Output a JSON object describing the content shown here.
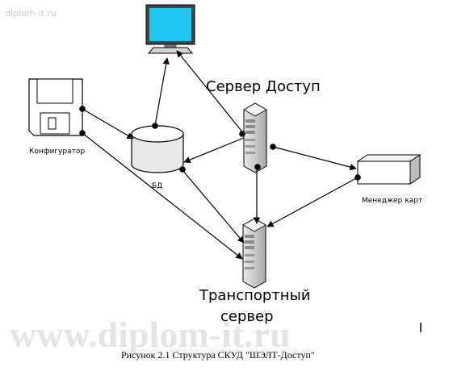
{
  "watermark_top": "diplom-it.ru",
  "watermark_big": "www.diplom-it.ru",
  "nodes": {
    "server_access": "Сервер Доступ",
    "configurator": "Конфигуратор",
    "db": "БД",
    "card_manager": "Менеджер карт",
    "transport_line1": "Транспортный",
    "transport_line2": "сервер"
  },
  "caption": "Рисунок 2.1 Структура СКУД \"ШЭЛТ-Доступ\"",
  "colors": {
    "monitor_screen": "#1ec6f0",
    "device_gray": "#cfcfcf",
    "line": "#000000"
  }
}
